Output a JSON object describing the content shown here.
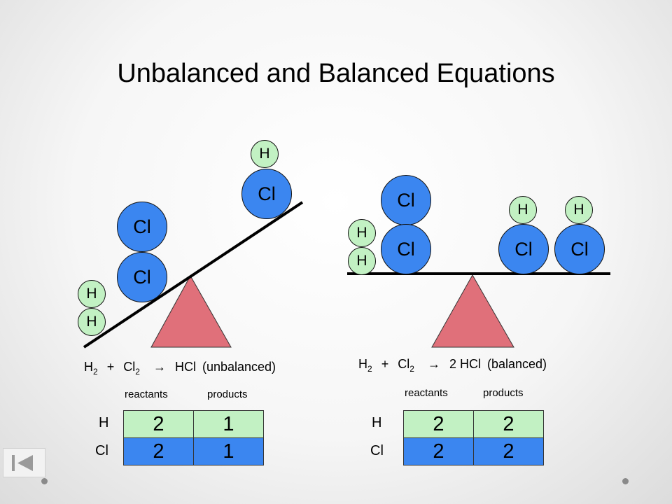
{
  "title": "Unbalanced and Balanced Equations",
  "atom_labels": {
    "chlorine": "Cl",
    "hydrogen": "H"
  },
  "left": {
    "equation": {
      "h": "H",
      "h_sub": "2",
      "plus": "+",
      "cl": "Cl",
      "cl_sub": "2",
      "arrow": "→",
      "coef": "",
      "product": "HCl",
      "status": "(unbalanced)"
    },
    "table": {
      "col_headers": [
        "reactants",
        "products"
      ],
      "rows": [
        {
          "label": "H",
          "reactants": "2",
          "products": "1"
        },
        {
          "label": "Cl",
          "reactants": "2",
          "products": "1"
        }
      ]
    }
  },
  "right": {
    "equation": {
      "h": "H",
      "h_sub": "2",
      "plus": "+",
      "cl": "Cl",
      "cl_sub": "2",
      "arrow": "→",
      "coef": "2",
      "product": "HCl",
      "status": "(balanced)"
    },
    "table": {
      "col_headers": [
        "reactants",
        "products"
      ],
      "rows": [
        {
          "label": "H",
          "reactants": "2",
          "products": "2"
        },
        {
          "label": "Cl",
          "reactants": "2",
          "products": "2"
        }
      ]
    }
  },
  "colors": {
    "chlorine": "#3b86f0",
    "hydrogen": "#c2f1c3",
    "fulcrum": "#e0707a"
  },
  "nav": {
    "icon": "previous-slide-icon"
  }
}
